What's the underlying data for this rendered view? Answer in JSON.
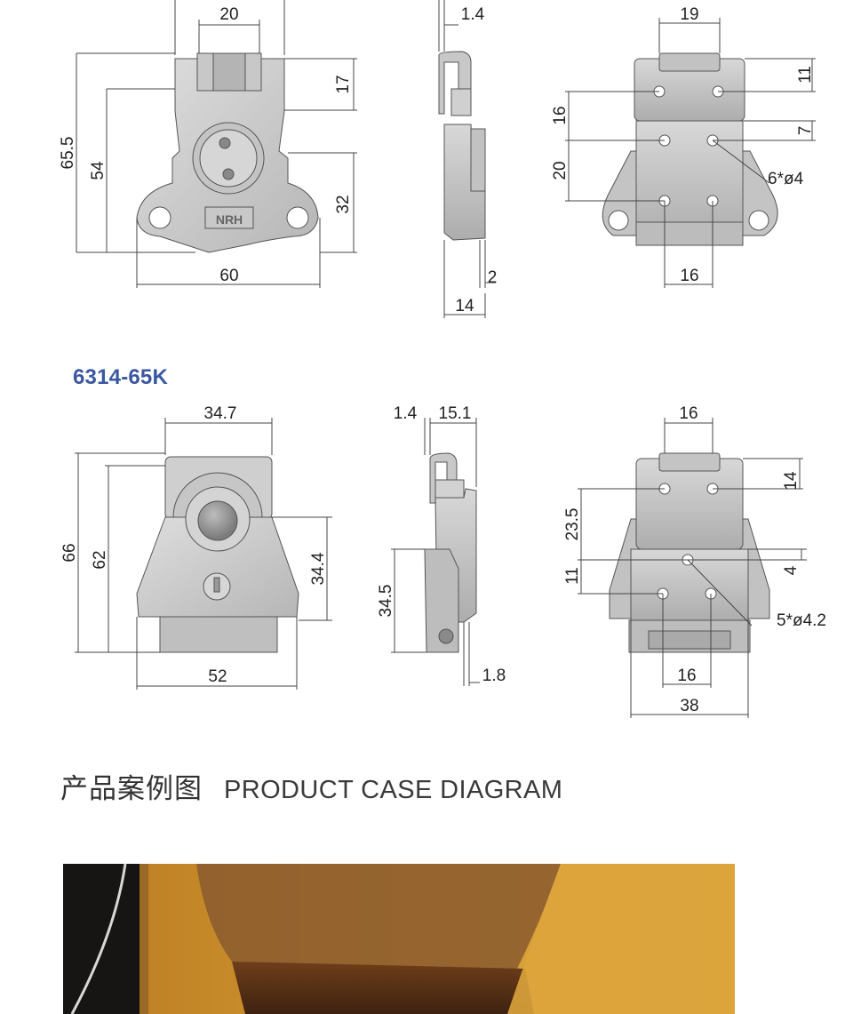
{
  "top_views": {
    "front_dims": [
      "20",
      "17",
      "65.5",
      "54",
      "32",
      "60"
    ],
    "front_logo": "NRH",
    "side_dims": [
      "1.4",
      "2",
      "14"
    ],
    "back_dims": [
      "19",
      "11",
      "16",
      "7",
      "20",
      "6*ø4",
      "16"
    ]
  },
  "model_label": "6314-65K",
  "bottom_views": {
    "front_dims": [
      "34.7",
      "66",
      "62",
      "34.4",
      "52"
    ],
    "side_dims": [
      "1.4",
      "15.1",
      "34.5",
      "1.8"
    ],
    "back_dims": [
      "16",
      "14",
      "23.5",
      "11",
      "4",
      "5*ø4.2",
      "16",
      "38"
    ]
  },
  "section": {
    "title_cn": "产品案例图",
    "title_en": "PRODUCT CASE DIAGRAM"
  },
  "colors": {
    "metal_light": "#d4d4d4",
    "metal_mid": "#bcbcbc",
    "metal_dark": "#8e8e8e",
    "outline": "#555555",
    "dim_line": "#444444",
    "model_blue": "#3a57a0",
    "photo_orange": "#c98b22"
  }
}
